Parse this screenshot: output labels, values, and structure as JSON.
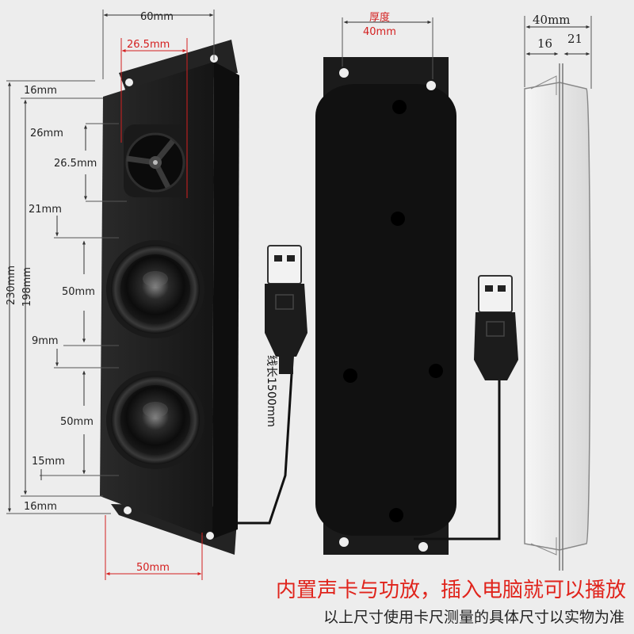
{
  "front_view": {
    "width_total": "60mm",
    "tweeter_width": "26.5mm",
    "bottom_width": "50mm",
    "dims_left": {
      "top_margin": "16mm",
      "gap_to_tweeter": "26mm",
      "tweeter_height": "26.5mm",
      "gap_tweeter_woofer": "21mm",
      "woofer1": "50mm",
      "gap_woofers": "9mm",
      "woofer2": "50mm",
      "gap_bottom": "15mm",
      "bottom_margin": "16mm"
    },
    "inner_height": "198mm",
    "total_height": "230mm"
  },
  "back_view": {
    "thickness_label": "厚度",
    "thickness_value": "40mm"
  },
  "cable_length": "线长1500mm",
  "side_view": {
    "depth_total": "40mm",
    "depth_a": "16",
    "depth_b": "21"
  },
  "captions": {
    "feature": "内置声卡与功放，插入电脑就可以播放",
    "note": "以上尺寸使用卡尺测量的具体尺寸以实物为准"
  },
  "colors": {
    "red": "#d42020",
    "speaker_body": "#1e1e1e"
  }
}
